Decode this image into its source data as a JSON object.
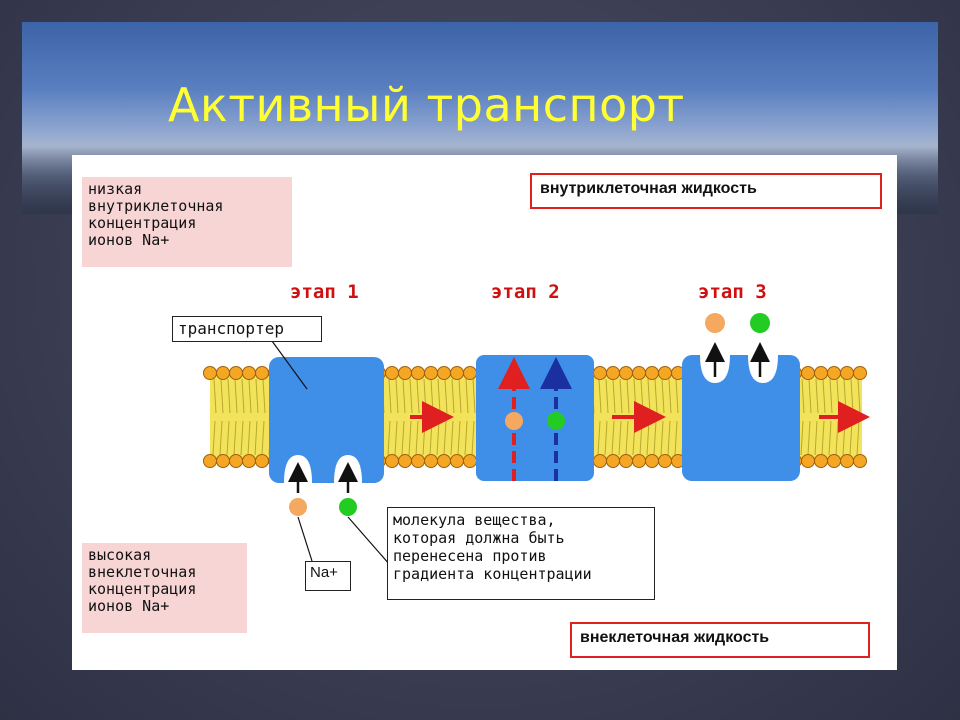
{
  "slide": {
    "title": "Активный транспорт"
  },
  "diagram": {
    "region_inside": "внутриклеточная жидкость",
    "region_outside": "внеклеточная жидкость",
    "note_low": "низкая\nвнутриклеточная\nконцентрация\nионов Na+",
    "note_high": "высокая\nвнеклеточная\nконцентрация\nионов Na+",
    "stages": [
      "этап 1",
      "этап 2",
      "этап 3"
    ],
    "label_transporter": "транспортер",
    "label_na": "Na+",
    "label_molecule": "молекула вещества,\nкоторая должна быть\nперенесена против\nградиента концентрации",
    "colors": {
      "protein": "#3f8ee8",
      "lipid_head": "#f5a623",
      "lipid_tail": "#f2e35a",
      "ion_na": "#f5a860",
      "molecule": "#22cc22",
      "arrow_red": "#e02020",
      "arrow_blue": "#1a2fa0",
      "title": "#ffff33"
    }
  }
}
